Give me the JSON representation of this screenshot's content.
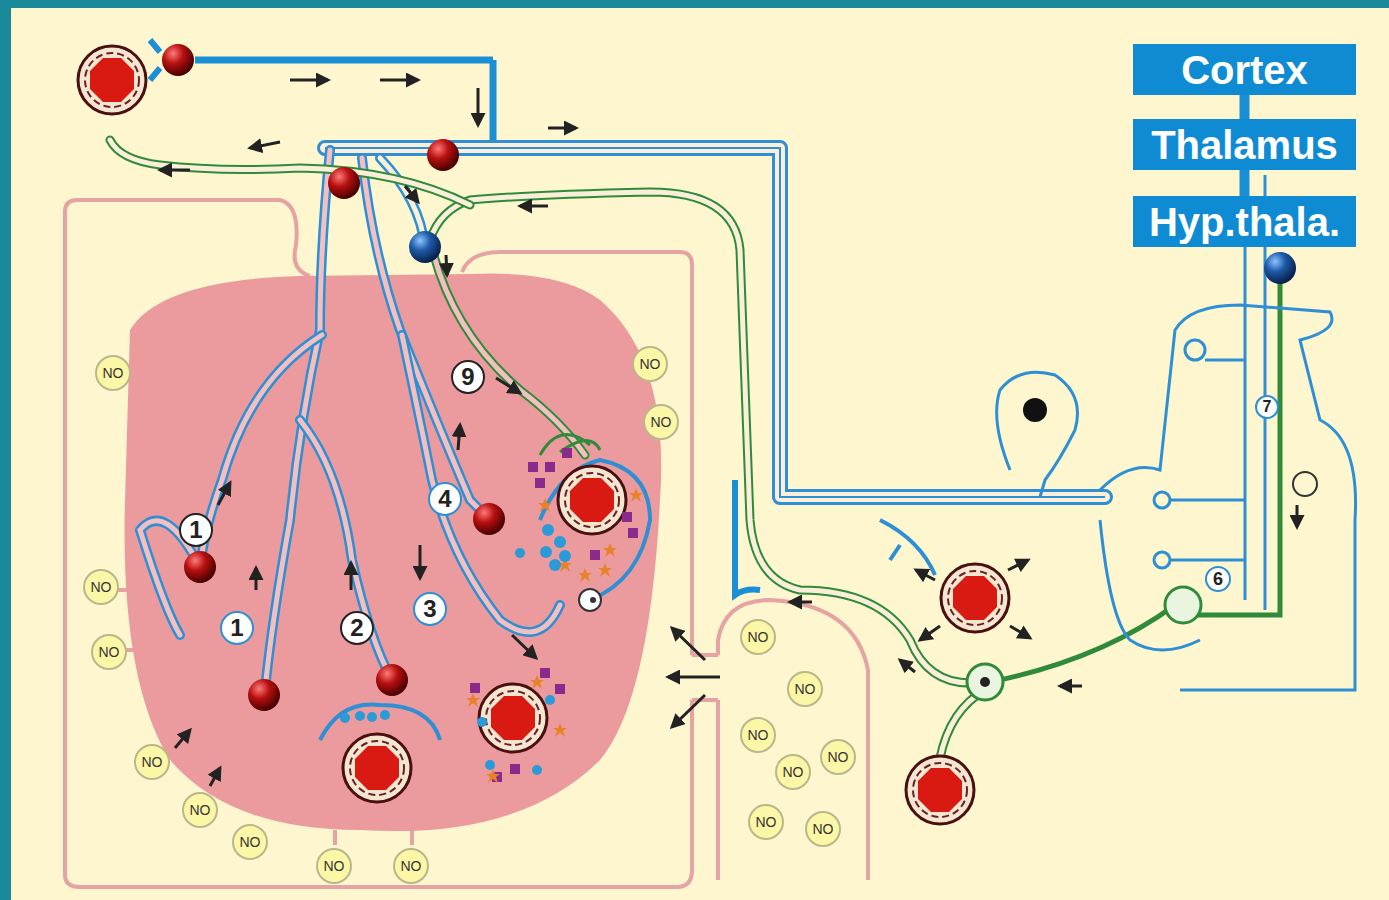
{
  "diagram": {
    "nodes": [
      {
        "text": [
          "Cortex"
        ]
      },
      {
        "text": [
          "Thalamus"
        ]
      },
      {
        "text": [
          "Hyp.thala."
        ]
      },
      {
        "text": [
          "NO"
        ]
      },
      {
        "text": [
          "NO"
        ]
      },
      {
        "text": [
          "NO"
        ]
      },
      {
        "text": [
          "NO"
        ]
      },
      {
        "text": [
          "NO"
        ]
      },
      {
        "text": [
          "NO"
        ]
      },
      {
        "text": [
          "NO"
        ]
      },
      {
        "text": [
          "NO"
        ]
      },
      {
        "text": [
          "NO"
        ]
      },
      {
        "text": [
          "NO"
        ]
      },
      {
        "text": [
          "NO"
        ]
      },
      {
        "text": [
          "NO"
        ]
      },
      {
        "text": [
          "NO"
        ]
      },
      {
        "text": [
          "NO"
        ]
      },
      {
        "text": [
          "NO"
        ]
      },
      {
        "text": [
          "NO"
        ]
      },
      {
        "text": [
          "NO"
        ]
      }
    ],
    "edges": [
      {
        "from": 0,
        "to": 1,
        "arrow": "none"
      },
      {
        "from": 1,
        "to": 2,
        "arrow": "none"
      }
    ],
    "labels": [
      "9",
      "1",
      "4",
      "1",
      "2",
      "3",
      "7",
      "6"
    ]
  }
}
